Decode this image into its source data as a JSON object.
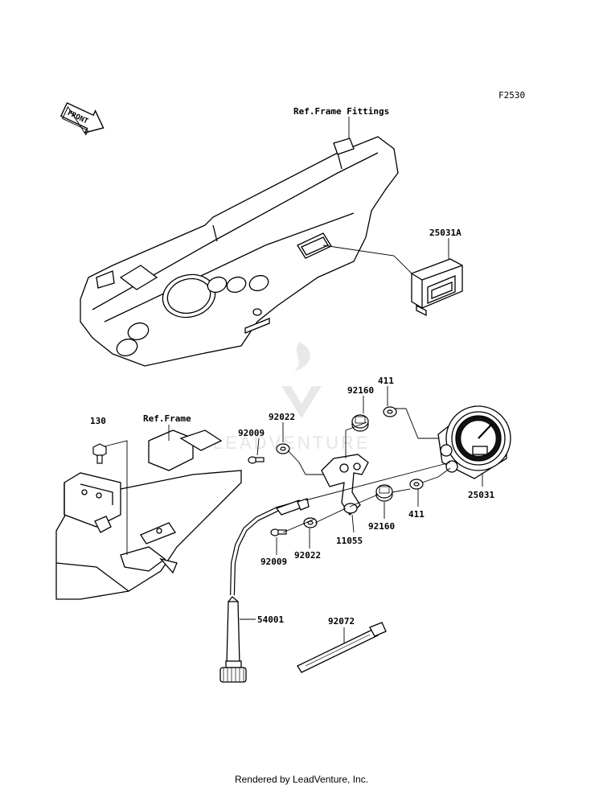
{
  "figure_code": "F2530",
  "front_arrow": "FRONT",
  "watermark": "LEADVENTURE",
  "footer": "Rendered by LeadVenture, Inc.",
  "labels": {
    "ref_frame_fittings": "Ref.Frame Fittings",
    "p25031A": "25031A",
    "p411_top": "411",
    "p92160_top": "92160",
    "p92022_top": "92022",
    "p92009_top": "92009",
    "ref_frame": "Ref.Frame",
    "p130": "130",
    "p25031": "25031",
    "p411_bottom": "411",
    "p92160_bottom": "92160",
    "p11055": "11055",
    "p92022_bottom": "92022",
    "p92009_bottom": "92009",
    "p54001": "54001",
    "p92072": "92072"
  }
}
